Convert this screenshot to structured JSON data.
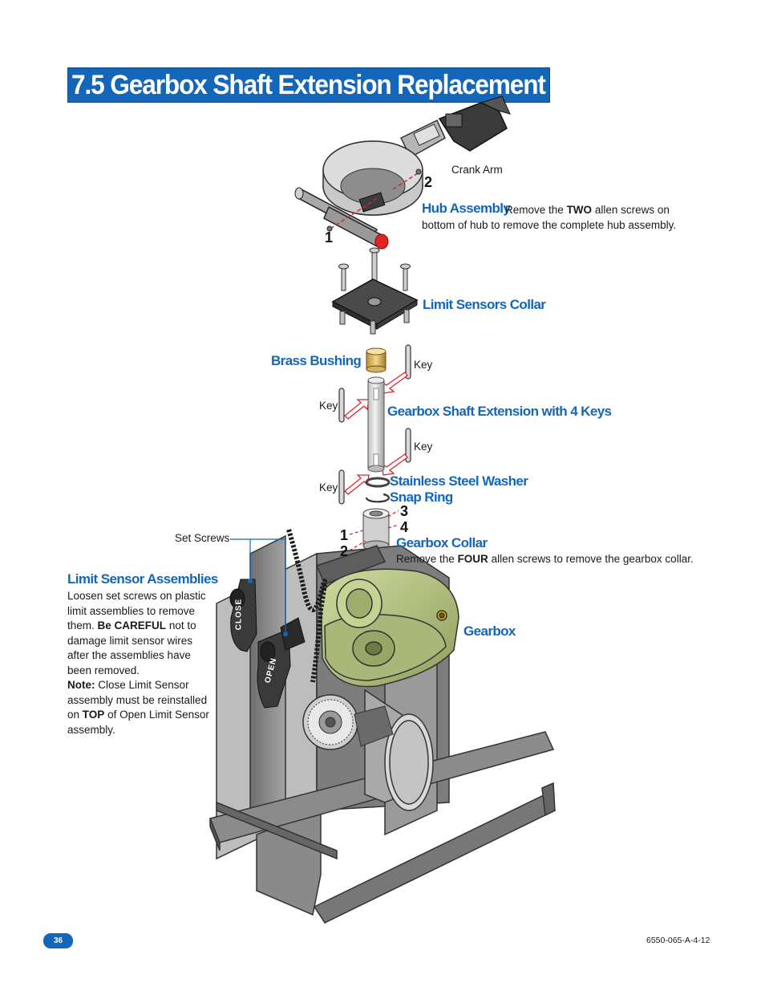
{
  "title": "7.5 Gearbox Shaft Extension Replacement",
  "labels": {
    "crank_arm": "Crank Arm",
    "hub_assembly": "Hub Assembly",
    "hub_text_1": "Remove the",
    "hub_text_bold": "TWO",
    "hub_text_2": "allen screws on",
    "hub_text_3": "bottom of hub to remove the complete hub assembly.",
    "limit_sensors_collar": "Limit Sensors Collar",
    "brass_bushing": "Brass Bushing",
    "key": "Key",
    "shaft_extension": "Gearbox Shaft Extension with 4 Keys",
    "washer": "Stainless Steel Washer",
    "snap_ring": "Snap Ring",
    "set_screws": "Set Screws",
    "gearbox_collar": "Gearbox Collar",
    "collar_text_1": "Remove the",
    "collar_text_bold": "FOUR",
    "collar_text_2": "allen screws to remove the gearbox collar.",
    "gearbox": "Gearbox",
    "limit_sensor_assemblies": "Limit Sensor Assemblies",
    "lsa_text_1": "Loosen set screws on plastic limit assemblies to remove them.",
    "lsa_bold_1": "Be CAREFUL",
    "lsa_text_2": "not to damage limit sensor wires after the assemblies have been removed.",
    "lsa_note": "Note:",
    "lsa_text_3": "Close Limit Sensor assembly must be reinstalled on",
    "lsa_bold_2": "TOP",
    "lsa_text_4": "of Open Limit Sensor assembly.",
    "close_label": "CLOSE",
    "open_label": "OPEN"
  },
  "numbers": {
    "n1": "1",
    "n2": "2",
    "n3": "3",
    "n4": "4"
  },
  "footer": {
    "page": "36",
    "doc_number": "6550-065-A-4-12"
  },
  "colors": {
    "accent": "#1467b8",
    "gearbox": "#b9c98a",
    "frame": "#8e8e8e",
    "arrow": "#d8262c"
  }
}
